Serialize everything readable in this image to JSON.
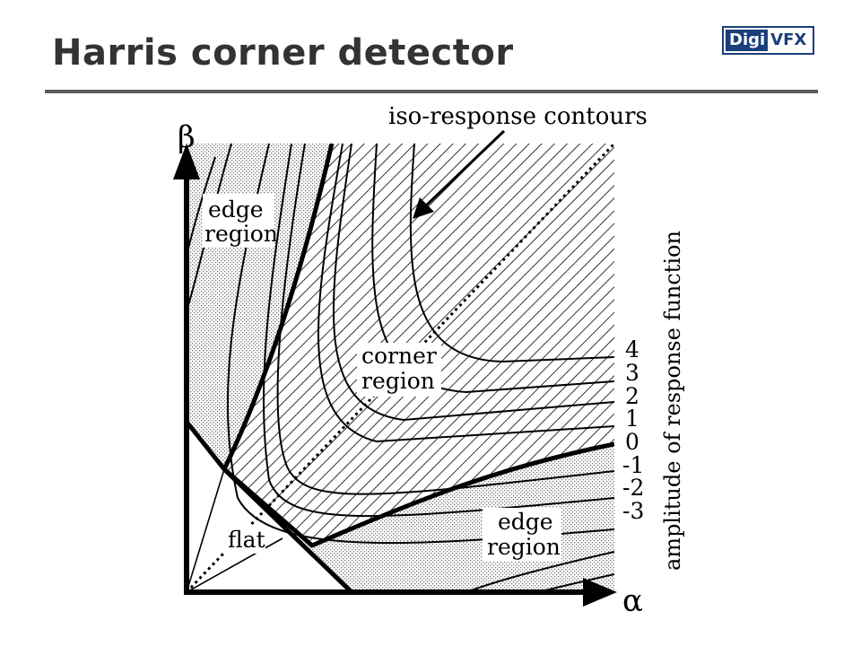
{
  "slide": {
    "title": "Harris corner detector"
  },
  "logo": {
    "left_text": "Digi",
    "right_text": "VFX",
    "color": "#1b3f7a"
  },
  "diagram": {
    "axis_x_label": "α",
    "axis_y_label": "β",
    "annotation": "iso-response contours",
    "edge_region_top_line1": "edge",
    "edge_region_top_line2": "region",
    "corner_region_line1": "corner",
    "corner_region_line2": "region",
    "edge_region_bottom_line1": "edge",
    "edge_region_bottom_line2": "region",
    "flat_label": "flat",
    "response_axis_label": "amplitude of response function",
    "contour_levels": [
      "4",
      "3",
      "2",
      "1",
      "0",
      "-1",
      "-2",
      "-3"
    ]
  }
}
